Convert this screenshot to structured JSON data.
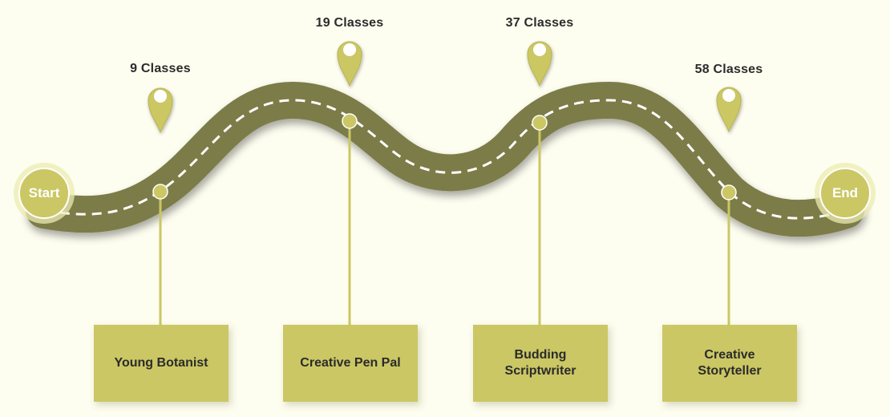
{
  "start": {
    "label": "Start"
  },
  "end": {
    "label": "End"
  },
  "milestones": [
    {
      "count_label": "9 Classes",
      "title": "Young Botanist"
    },
    {
      "count_label": "19 Classes",
      "title": "Creative Pen Pal"
    },
    {
      "count_label": "37 Classes",
      "title": "Budding\nScriptwriter"
    },
    {
      "count_label": "58 Classes",
      "title": "Creative\nStoryteller"
    }
  ],
  "colors": {
    "background": "#fdfdf0",
    "road": "#7c7b48",
    "road_dash": "#ffffff",
    "accent": "#cbc764",
    "accent_stroke": "#b8b455",
    "text": "#2b2b2b"
  }
}
